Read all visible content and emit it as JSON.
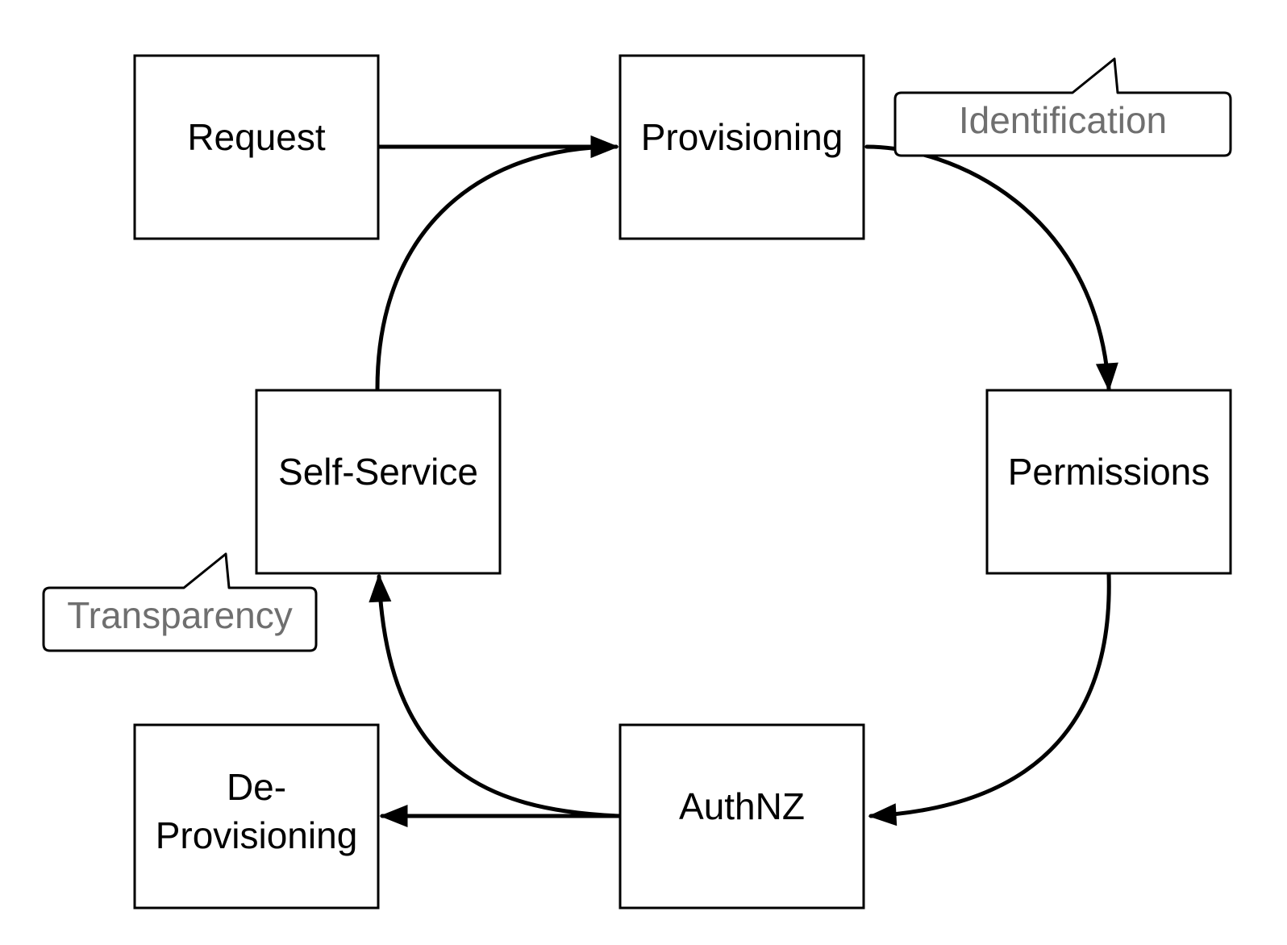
{
  "nodes": {
    "request": "Request",
    "provisioning": "Provisioning",
    "permissions": "Permissions",
    "authnz": "AuthNZ",
    "de_provisioning_line1": "De-",
    "de_provisioning_line2": "Provisioning",
    "self_service": "Self-Service"
  },
  "callouts": {
    "identification": "Identification",
    "transparency": "Transparency"
  },
  "colors": {
    "stroke": "#000000",
    "callout_text": "#6f6f6f"
  }
}
